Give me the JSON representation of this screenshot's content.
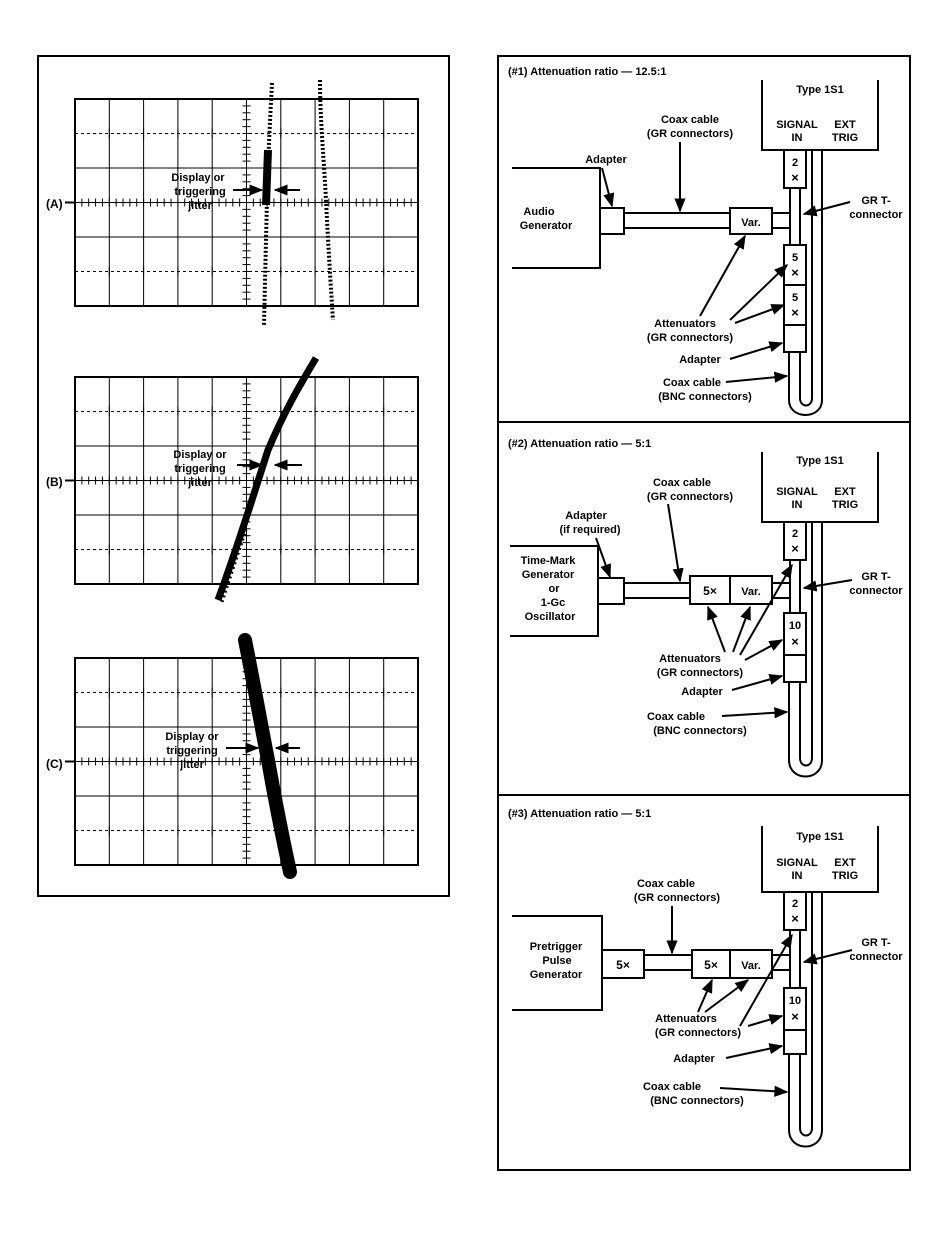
{
  "left_panel": {
    "scopes": [
      {
        "id": "A",
        "label": "(A)",
        "annotation": [
          "Display or",
          "triggering",
          "jitter"
        ]
      },
      {
        "id": "B",
        "label": "(B)",
        "annotation": [
          "Display or",
          "triggering",
          "jitter"
        ]
      },
      {
        "id": "C",
        "label": "(C)",
        "annotation": [
          "Display or",
          "triggering",
          "jitter"
        ]
      }
    ]
  },
  "right_panel": {
    "setup1": {
      "title": "(#1) Attenuation ratio — 12.5:1",
      "type_label": "Type 1S1",
      "signal_in": [
        "SIGNAL",
        "IN"
      ],
      "ext_trig": [
        "EXT",
        "TRIG"
      ],
      "source": [
        "Audio",
        "Generator"
      ],
      "adapter_top": "Adapter",
      "coax_gr": [
        "Coax cable",
        "(GR connectors)"
      ],
      "var_label": "Var.",
      "att_2": "2",
      "att_5a": "5",
      "att_5b": "5",
      "times": "×",
      "gr_t": [
        "GR T-",
        "connector"
      ],
      "attenuators": [
        "Attenuators",
        "(GR connectors)"
      ],
      "adapter_bottom": "Adapter",
      "coax_bnc": [
        "Coax cable",
        "(BNC connectors)"
      ]
    },
    "setup2": {
      "title": "(#2) Attenuation ratio — 5:1",
      "type_label": "Type 1S1",
      "signal_in": [
        "SIGNAL",
        "IN"
      ],
      "ext_trig": [
        "EXT",
        "TRIG"
      ],
      "source": [
        "Time-Mark",
        "Generator",
        "or",
        "1-Gc",
        "Oscillator"
      ],
      "adapter_top": [
        "Adapter",
        "(if required)"
      ],
      "coax_gr": [
        "Coax cable",
        "(GR connectors)"
      ],
      "att_5x": "5×",
      "var_label": "Var.",
      "att_2": "2",
      "att_10": "10",
      "times": "×",
      "gr_t": [
        "GR T-",
        "connector"
      ],
      "attenuators": [
        "Attenuators",
        "(GR connectors)"
      ],
      "adapter_bottom": "Adapter",
      "coax_bnc": [
        "Coax cable",
        "(BNC connectors)"
      ]
    },
    "setup3": {
      "title": "(#3) Attenuation ratio — 5:1",
      "type_label": "Type 1S1",
      "signal_in": [
        "SIGNAL",
        "IN"
      ],
      "ext_trig": [
        "EXT",
        "TRIG"
      ],
      "source": [
        "Pretrigger",
        "Pulse",
        "Generator"
      ],
      "src_att": "5×",
      "coax_gr": [
        "Coax cable",
        "(GR connectors)"
      ],
      "att_5x": "5×",
      "var_label": "Var.",
      "att_2": "2",
      "att_10": "10",
      "times": "×",
      "gr_t": [
        "GR T-",
        "connector"
      ],
      "attenuators": [
        "Attenuators",
        "(GR connectors)"
      ],
      "adapter_bottom": "Adapter",
      "coax_bnc": [
        "Coax cable",
        "(BNC connectors)"
      ]
    }
  }
}
